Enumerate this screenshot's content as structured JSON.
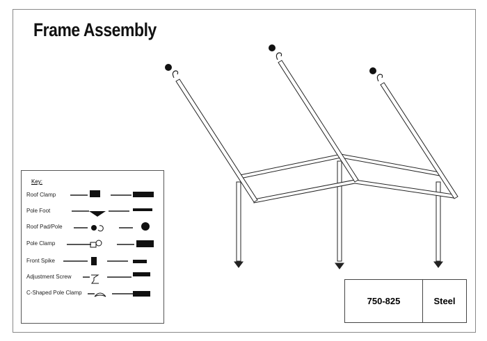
{
  "title": "Frame Assembly",
  "key": {
    "title": "Key:",
    "items": [
      {
        "label": "Roof Clamp"
      },
      {
        "label": "Pole Foot"
      },
      {
        "label": "Roof Pad/Pole"
      },
      {
        "label": "Pole Clamp"
      },
      {
        "label": "Front Spike"
      },
      {
        "label": "Adjustment Screw"
      },
      {
        "label": "C-Shaped Pole Clamp"
      }
    ]
  },
  "spec": {
    "size": "750-825",
    "material": "Steel"
  }
}
